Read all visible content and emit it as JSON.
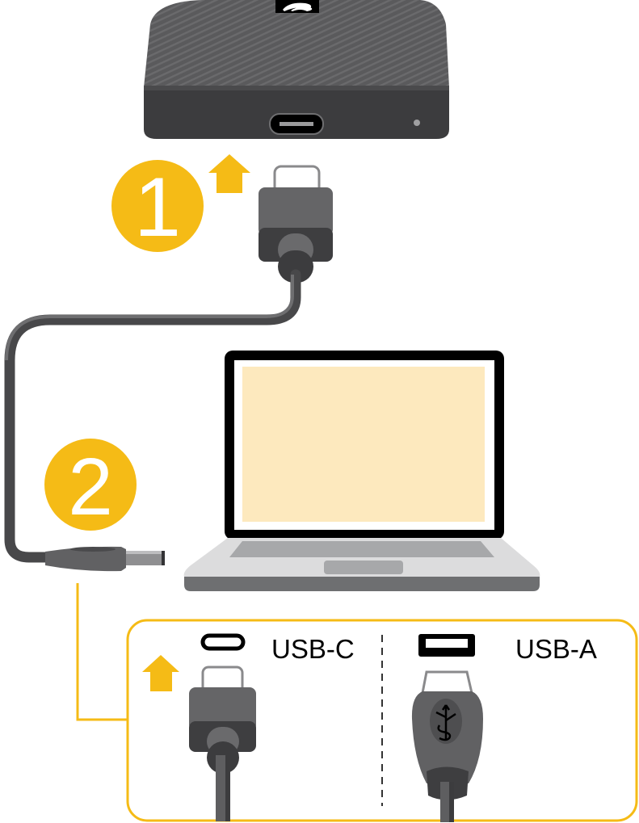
{
  "diagram": {
    "steps": [
      {
        "number": "1",
        "action": "connect-usb-c-to-drive"
      },
      {
        "number": "2",
        "action": "connect-usb-to-computer"
      }
    ],
    "legend": {
      "usb_c_label": "USB-C",
      "usb_a_label": "USB-A"
    },
    "colors": {
      "accent_yellow": "#F5BB16",
      "drive_body": "#58585A",
      "drive_front": "#3C3C3E",
      "cable_dark": "#48484A",
      "cable_light": "#6B6B6D",
      "plug_light": "#646466",
      "plug_dark": "#3E3E40",
      "screen_fill": "#FDE9BE",
      "laptop_base": "#DCDCDD",
      "laptop_keyboard": "#A7A8AA",
      "laptop_edge": "#6E6F71"
    }
  }
}
